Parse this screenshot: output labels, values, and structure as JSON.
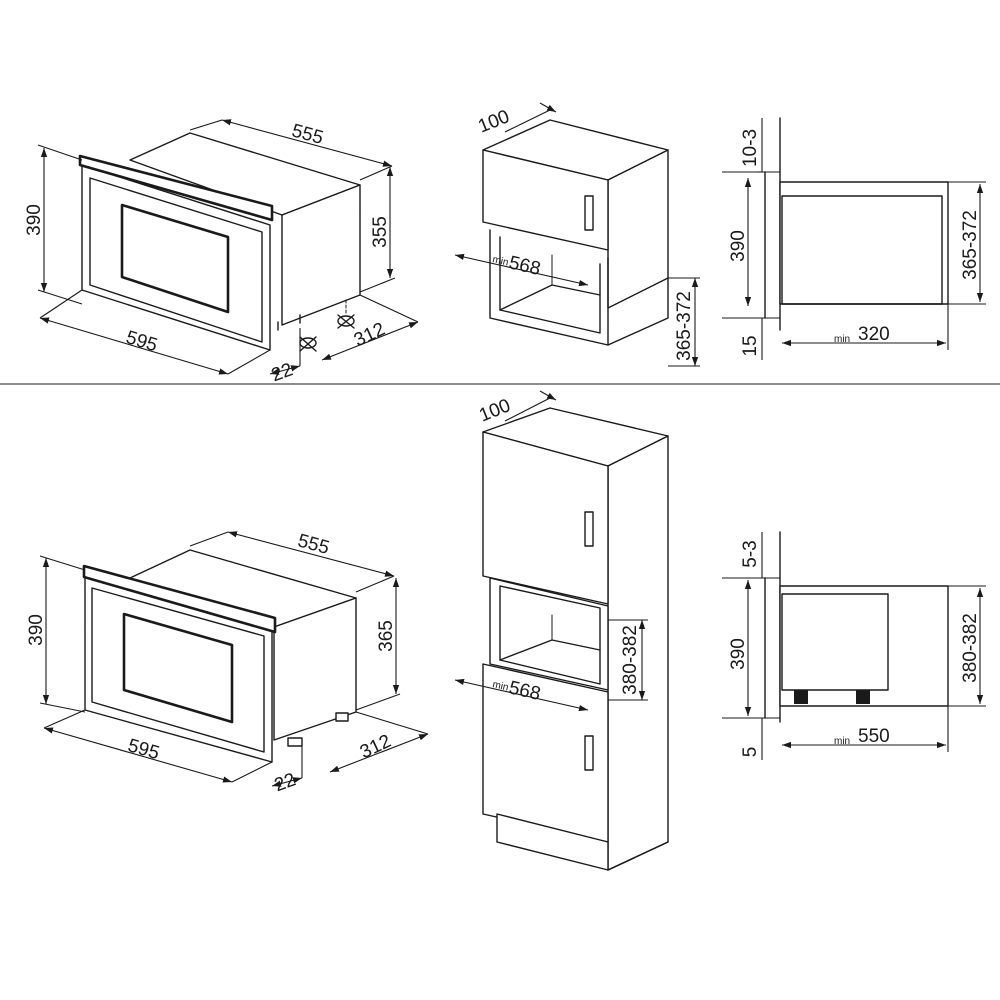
{
  "top": {
    "front": {
      "width": "595",
      "height": "390",
      "depth": "555",
      "body_height": "355",
      "door_depth": "22",
      "feet_depth": "312"
    },
    "cabinet": {
      "top_depth": "100",
      "opening_width_prefix": "min",
      "opening_width": "568",
      "opening_height": "365-372"
    },
    "section": {
      "gap_top": "10-3",
      "height": "390",
      "opening_height": "365-372",
      "gap_bottom": "15",
      "depth_prefix": "min",
      "depth": "320"
    }
  },
  "bottom": {
    "front": {
      "width": "595",
      "height": "390",
      "depth": "555",
      "body_height": "365",
      "door_depth": "22",
      "feet_depth": "312"
    },
    "cabinet": {
      "top_depth": "100",
      "opening_width_prefix": "min",
      "opening_width": "568",
      "opening_height": "380-382"
    },
    "section": {
      "gap_top": "5-3",
      "height": "390",
      "opening_height": "380-382",
      "gap_bottom": "5",
      "depth_prefix": "min",
      "depth": "550"
    }
  }
}
